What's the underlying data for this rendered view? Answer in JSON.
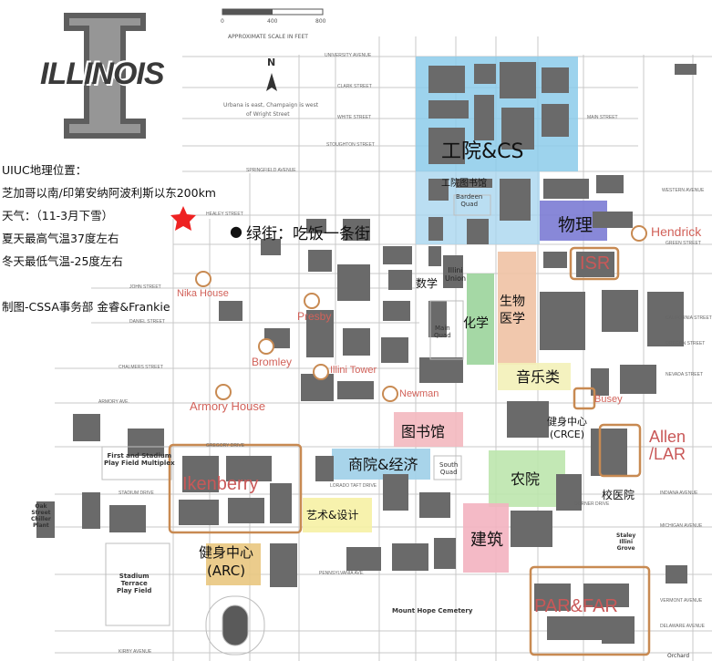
{
  "map": {
    "logo_text": "ILLINOIS",
    "scale": {
      "title": "APPROXIMATE SCALE IN FEET",
      "ticks": [
        "0",
        "400",
        "800"
      ]
    },
    "north": {
      "label": "N",
      "note_line1": "Urbana is east, Champaign is west",
      "note_line2": "of Wright Street"
    },
    "info": {
      "line1": "UIUC地理位置：",
      "line2": "芝加哥以南/印第安纳阿波利斯以东200km",
      "line3": "天气：（11-3月下雪）",
      "line4": "夏天最高气温37度左右",
      "line5": "冬天最低气温-25度左右",
      "credit": "制图-CSSA事务部 金睿&Frankie"
    },
    "star_color": "#ee2222",
    "green_street": {
      "icon": "paw-icon",
      "text": "绿街：吃饭一条街"
    },
    "zones": [
      {
        "label": "工院&CS",
        "color": "#8ccbea"
      },
      {
        "label": "工院图书馆"
      },
      {
        "label": "物理",
        "color": "#7b7bd4"
      },
      {
        "label": "数学"
      },
      {
        "label": "化学",
        "color": "#9bd49b"
      },
      {
        "label": "生物\n医学",
        "color": "#f0c2a4"
      },
      {
        "label": "音乐类",
        "color": "#f3f1b8"
      },
      {
        "label": "图书馆",
        "color": "#f3b8bf"
      },
      {
        "label": "商院&经济",
        "color": "#9fcfe8"
      },
      {
        "label": "农院",
        "color": "#bde5ad"
      },
      {
        "label": "艺术&设计",
        "color": "#f6f1a4"
      },
      {
        "label": "建筑",
        "color": "#f3b2c0"
      },
      {
        "label": "健身中心\n(ARC)",
        "color": "#e9c77f"
      },
      {
        "label": "健身中心\n(CRCE)"
      },
      {
        "label": "校医院"
      }
    ],
    "dorms": [
      {
        "label": "Hendrick"
      },
      {
        "label": "ISR"
      },
      {
        "label": "Nika House"
      },
      {
        "label": "Presby"
      },
      {
        "label": "Bromley"
      },
      {
        "label": "Illini Tower"
      },
      {
        "label": "Newman"
      },
      {
        "label": "Armory House"
      },
      {
        "label": "Busey"
      },
      {
        "label": "Allen\n/LAR"
      },
      {
        "label": "Ikenberry"
      },
      {
        "label": "PAR&FAR"
      }
    ],
    "places": {
      "illini_union": "Illini\nUnion",
      "bardeen_quad": "Bardeen\nQuad",
      "main_quad": "Main\nQuad",
      "south_quad": "South\nQuad",
      "stadium": "Stadium\nTerrace\nPlay Field",
      "first_stadium": "First and Stadium\nPlay Field Multiplex",
      "oak_street": "Oak\nStreet\nChiller\nPlant",
      "mount_hope": "Mount Hope Cemetery",
      "staley": "Staley\nIllini\nGrove",
      "orchard": "Orchard"
    },
    "streets": {
      "university": "UNIVERSITY AVENUE",
      "clark": "CLARK STREET",
      "white": "WHITE STREET",
      "stoughton": "STOUGHTON STREET",
      "springfield": "SPRINGFIELD AVENUE",
      "healey": "HEALEY STREET",
      "green": "GREEN STREET",
      "john": "JOHN STREET",
      "daniel": "DANIEL STREET",
      "chalmers": "CHALMERS STREET",
      "armory": "ARMORY AVE.",
      "gregory": "GREGORY DRIVE",
      "stadium": "STADIUM DRIVE",
      "pennsylvania": "PENNSYLVANIA AVE.",
      "kirby": "KIRBY AVENUE",
      "main": "MAIN STREET",
      "western": "WESTERN AVENUE",
      "oregon": "OREGON STREET",
      "nevada": "NEVADA STREET",
      "indiana": "INDIANA AVENUE",
      "michigan": "MICHIGAN AVENUE",
      "vermont": "VERMONT AVENUE",
      "delaware": "DELAWARE AVENUE",
      "california": "CALIFORNIA STREET",
      "lorado_taft": "LORADO TAFT DRIVE",
      "dorner": "DORNER DRIVE"
    }
  }
}
